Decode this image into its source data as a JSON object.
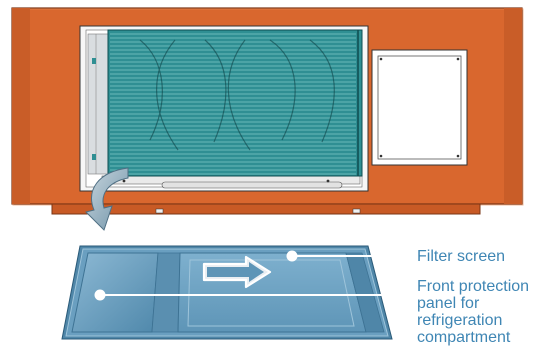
{
  "callouts": {
    "filter_screen": "Filter screen",
    "front_panel": [
      "Front protection",
      "panel for",
      "refrigeration",
      "compartment"
    ]
  },
  "colors": {
    "cabinet": "#d9672e",
    "cabinet_dark": "#b8521f",
    "heat_exchanger": "#2f8f93",
    "panel": "#5b96b8",
    "label": "#3f86b4"
  },
  "icons": [
    "curved-arrow-icon",
    "slide-arrow-icon"
  ]
}
